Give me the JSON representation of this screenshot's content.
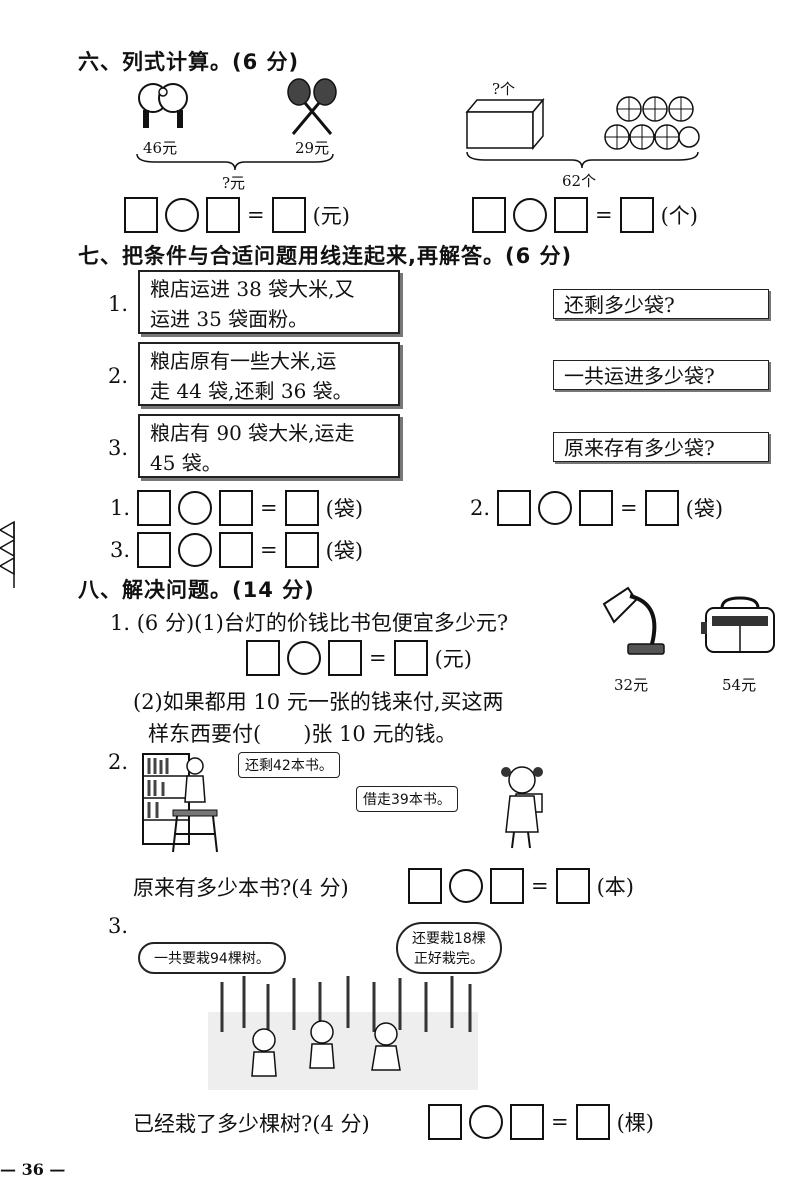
{
  "section6": {
    "title": "六、列式计算。(6 分)",
    "left": {
      "price1": "46元",
      "price2": "29元",
      "total": "?元",
      "unit": "(元)"
    },
    "right": {
      "top": "?个",
      "total": "62个",
      "unit": "(个)"
    }
  },
  "section7": {
    "title": "七、把条件与合适问题用线连起来,再解答。(6 分)",
    "conditions": [
      {
        "num": "1.",
        "line1": "粮店运进 38 袋大米,又",
        "line2": "运进 35 袋面粉。"
      },
      {
        "num": "2.",
        "line1": "粮店原有一些大米,运",
        "line2": "走 44 袋,还剩 36 袋。"
      },
      {
        "num": "3.",
        "line1": "粮店有 90 袋大米,运走",
        "line2": "45 袋。"
      }
    ],
    "questions": [
      "还剩多少袋?",
      "一共运进多少袋?",
      "原来存有多少袋?"
    ],
    "answers": [
      {
        "num": "1.",
        "unit": "(袋)"
      },
      {
        "num": "2.",
        "unit": "(袋)"
      },
      {
        "num": "3.",
        "unit": "(袋)"
      }
    ]
  },
  "section8": {
    "title": "八、解决问题。(14 分)",
    "p1": {
      "line": "1. (6 分)(1)台灯的价钱比书包便宜多少元?",
      "unit": "(元)",
      "lamp_price": "32元",
      "bag_price": "54元",
      "q2_line1": "(2)如果都用 10 元一张的钱来付,买这两",
      "q2_line2": "样东西要付(　　)张 10 元的钱。"
    },
    "p2": {
      "num": "2.",
      "bubble1": "还剩42本书。",
      "bubble2": "借走39本书。",
      "question": "原来有多少本书?(4 分)",
      "unit": "(本)"
    },
    "p3": {
      "num": "3.",
      "bubble1": "一共要栽94棵树。",
      "bubble2_line1": "还要栽18棵",
      "bubble2_line2": "正好栽完。",
      "question": "已经栽了多少棵树?(4 分)",
      "unit": "(棵)"
    }
  },
  "page_number": "— 36 —"
}
